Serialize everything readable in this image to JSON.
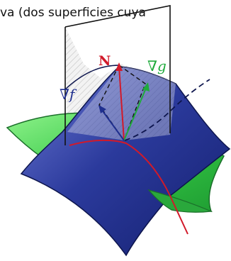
{
  "caption": {
    "text": "va (dos superficies cuya"
  },
  "labels": {
    "normal": "N",
    "grad_g": "∇g",
    "grad_f": "∇f"
  },
  "colors": {
    "blue_surface": "#2b3a9c",
    "green_surface": "#3bcf4d",
    "normal_vector": "#d11a2a",
    "grad_g_vector": "#1faa3c",
    "grad_f_vector": "#1f2f8f",
    "plane_outline": "#111111"
  }
}
